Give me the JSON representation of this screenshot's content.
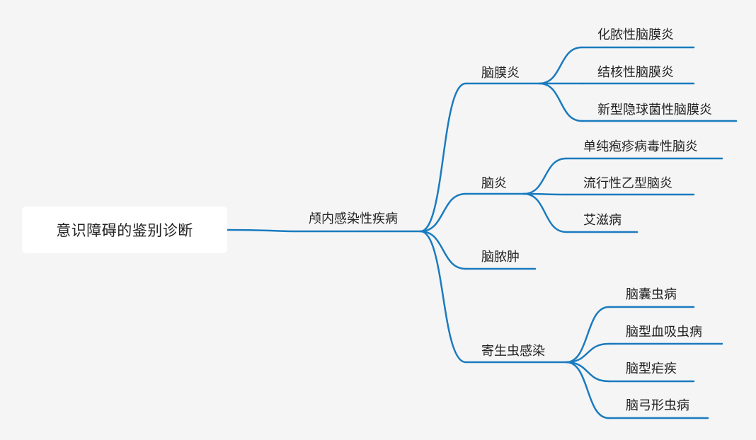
{
  "mindmap": {
    "colors": {
      "background": "#f5f5f5",
      "root_fill": "#ffffff",
      "link": "#1a7bbf",
      "text": "#222222"
    },
    "root": {
      "label": "意识障碍的鉴别诊断"
    },
    "level1": {
      "label": "颅内感染性疾病"
    },
    "branches": [
      {
        "label": "脑膜炎",
        "children": [
          {
            "label": "化脓性脑膜炎"
          },
          {
            "label": "结核性脑膜炎"
          },
          {
            "label": "新型隐球菌性脑膜炎"
          }
        ]
      },
      {
        "label": "脑炎",
        "children": [
          {
            "label": "单纯疱疹病毒性脑炎"
          },
          {
            "label": "流行性乙型脑炎"
          },
          {
            "label": "艾滋病"
          }
        ]
      },
      {
        "label": "脑脓肿",
        "children": []
      },
      {
        "label": "寄生虫感染",
        "children": [
          {
            "label": "脑囊虫病"
          },
          {
            "label": "脑型血吸虫病"
          },
          {
            "label": "脑型疟疾"
          },
          {
            "label": "脑弓形虫病"
          }
        ]
      }
    ]
  }
}
